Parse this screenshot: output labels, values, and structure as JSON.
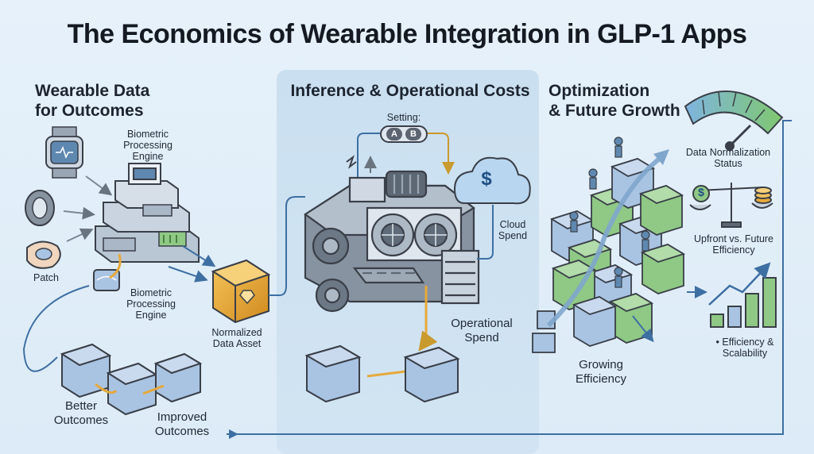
{
  "title": "The Economics of Wearable Integration in GLP-1 Apps",
  "sections": {
    "left": {
      "heading_line1": "Wearable Data",
      "heading_line2": "for Outcomes",
      "engine_top_line1": "Biometric",
      "engine_top_line2": "Processing",
      "engine_top_line3": "Engine",
      "patch": "Patch",
      "engine_bottom_line1": "Biometric",
      "engine_bottom_line2": "Processing",
      "engine_bottom_line3": "Engine",
      "asset_line1": "Normalized",
      "asset_line2": "Data Asset",
      "better_line1": "Better",
      "better_line2": "Outcomes",
      "improved_line1": "Improved",
      "improved_line2": "Outcomes"
    },
    "middle": {
      "heading": "Inference & Operational Costs",
      "setting": "Setting:",
      "option_a": "A",
      "option_b": "B",
      "cloud_line1": "Cloud",
      "cloud_line2": "Spend",
      "dollar": "$",
      "ops_line1": "Operational",
      "ops_line2": "Spend"
    },
    "right": {
      "heading_line1": "Optimization",
      "heading_line2": "& Future Growth",
      "status_line1": "Data Normalization",
      "status_line2": "Status",
      "upfront_line1": "Upfront vs. Future",
      "upfront_line2": "Efficiency",
      "growing_line1": "Growing",
      "growing_line2": "Efficiency",
      "scal_line1": "• Efficiency &",
      "scal_line2": "Scalability",
      "dollar": "$"
    }
  },
  "colors": {
    "background": "#e3eff9",
    "cube_blue": "#a9c4e2",
    "cube_green": "#8fc985",
    "gold": "#e6a93a",
    "dark": "#3a3f48"
  }
}
